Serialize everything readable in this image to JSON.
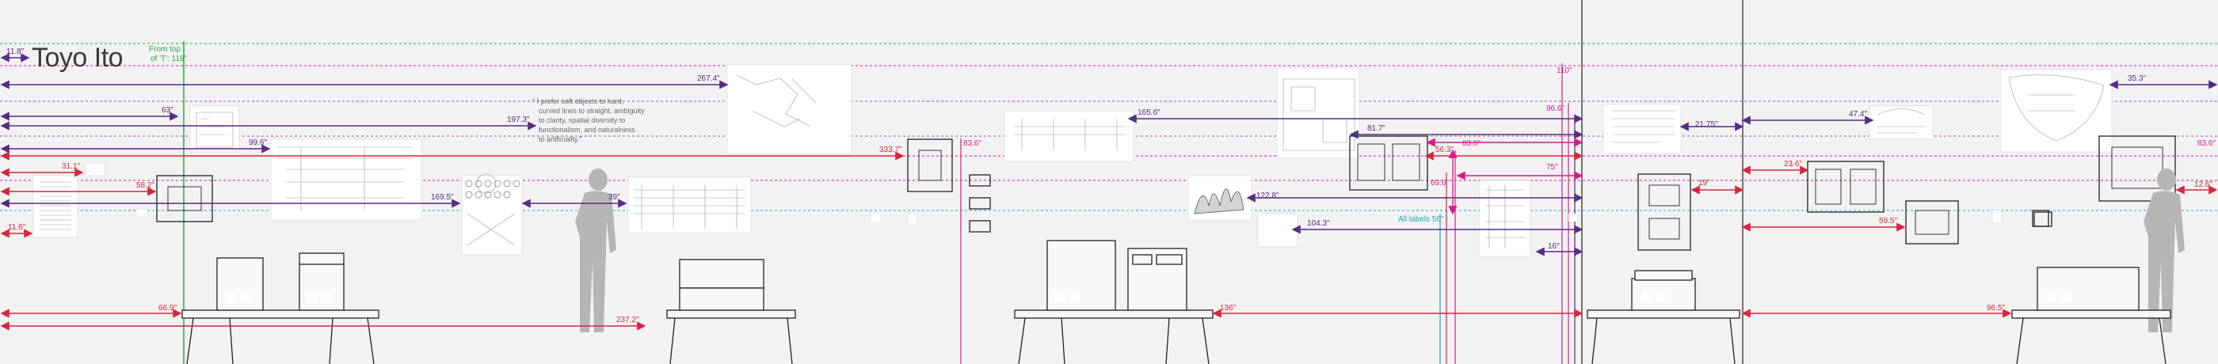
{
  "title": "Toyo Ito",
  "note_top": [
    "From top",
    "of 'T': 118\""
  ],
  "quote": [
    "\" I prefer soft objects to hard,",
    "curved lines to straight, ambiguity",
    "to clarity, spatial diversity to",
    "functionalism, and naturalness",
    "to artificiality.\""
  ],
  "all_labels_note": "All labels 56\"",
  "colors": {
    "purple": "#5b2a86",
    "red": "#d7263d",
    "magenta": "#d81b8c",
    "green": "#2aa84a",
    "cyan": "#1fa7c9",
    "gray_figure": "#b5b5b6",
    "line": "#222222"
  },
  "labels": {
    "l_11_8": "11.8\"",
    "l_267_4": "267.4\"",
    "l_63": "63\"",
    "l_197_3": "197.3\"",
    "l_99_6": "99.6\"",
    "l_31_1": "31.1\"",
    "l_58_2": "58.2\"",
    "l_169_5": "169.5\"",
    "l_39": "39\"",
    "l_11_6": "11.6\"",
    "l_66_9": "66.9\"",
    "l_237_2": "237.2\"",
    "l_333_7": "333.7\"",
    "l_83_6a": "83.6\"",
    "l_165_6": "165.6\"",
    "l_110": "110\"",
    "l_96_6": "96.6\"",
    "l_81_7": "81.7\"",
    "l_56_3": "56.3\"",
    "l_83_6b": "83.6\"",
    "l_75": "75\"",
    "l_69_6": "69.6\"",
    "l_122_8": "122.8\"",
    "l_104_3": "104.3\"",
    "l_16": "16\"",
    "l_136": "136\"",
    "l_21_75": "21.75\"",
    "l_47_4": "47.4\"",
    "l_35_3": "35.3\"",
    "l_19": "19\"",
    "l_23_6": "23.6\"",
    "l_59_5": "59.5\"",
    "l_96_5": "96.5\"",
    "l_83_6c": "83.6\"",
    "l_126": "12.6\""
  }
}
